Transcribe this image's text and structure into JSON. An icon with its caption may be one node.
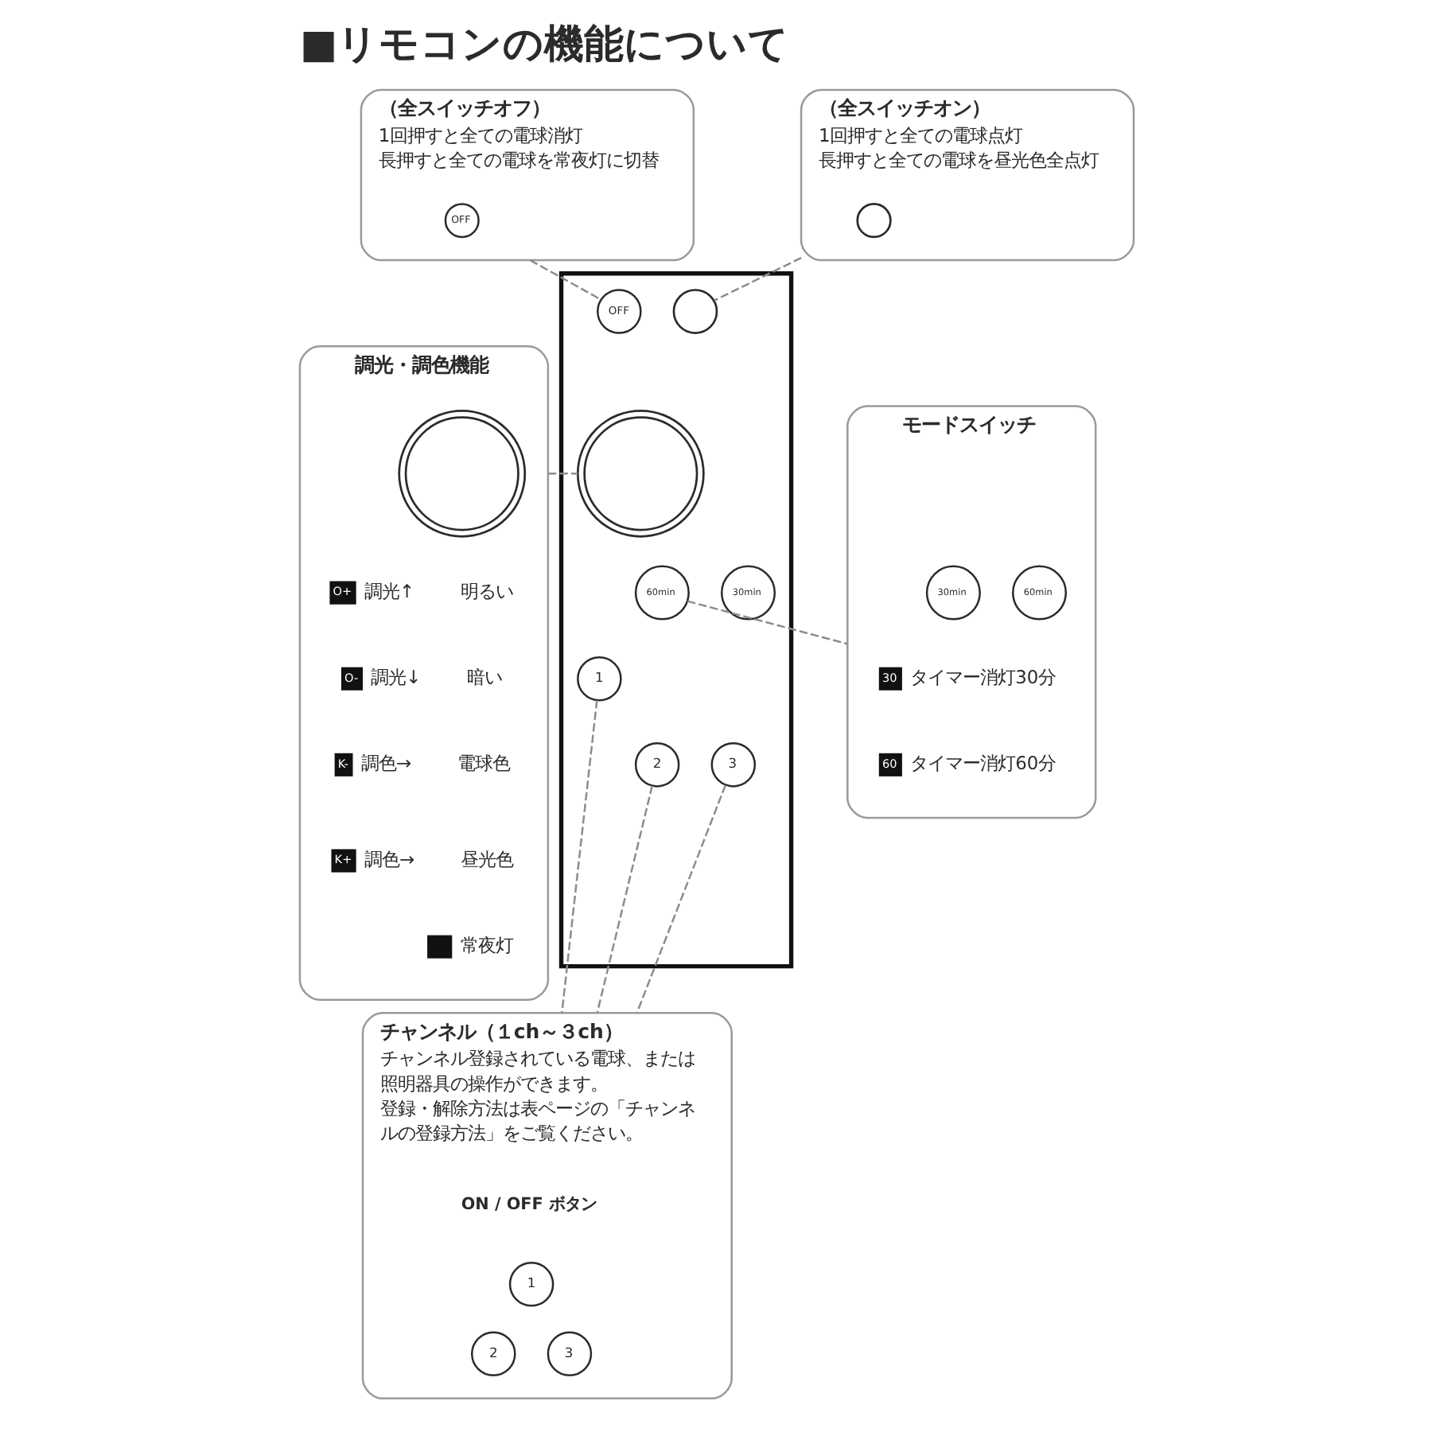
{
  "diagram": {
    "title": "■リモコンの機能について",
    "nodes": [
      {
        "text": [
          "（全スイッチオフ）",
          "1回押すと全ての電球消灯",
          "長押すと全ての電球を常夜灯に切替"
        ]
      },
      {
        "text": [
          "OFF"
        ],
        "in": 0
      },
      {
        "text": [
          "（全スイッチオン）",
          "1回押すと全ての電球点灯",
          "長押すと全ての電球を昼光色全点灯"
        ]
      },
      {
        "text": [],
        "shape": "circle",
        "in": 2
      },
      {
        "text": [
          "調光・調色機能"
        ]
      },
      {
        "text": [],
        "shape": "circle",
        "in": 4
      },
      {
        "text": [
          "O+"
        ],
        "beside": [
          "調光↑",
          "明るい"
        ],
        "in": 4
      },
      {
        "text": [
          "O-"
        ],
        "beside": [
          "調光↓",
          "暗い"
        ],
        "in": 4
      },
      {
        "text": [
          "K-"
        ],
        "beside": [
          "調色→",
          "電球色"
        ],
        "in": 4
      },
      {
        "text": [
          "K+"
        ],
        "beside": [
          "調色→",
          "昼光色"
        ],
        "in": 4
      },
      {
        "text": [],
        "shape": "box",
        "beside": [
          "常夜灯"
        ],
        "in": 4
      },
      {
        "text": [],
        "shape": "box"
      },
      {
        "text": [
          "OFF"
        ],
        "in": 11
      },
      {
        "text": [],
        "shape": "circle",
        "in": 11
      },
      {
        "text": [],
        "shape": "circle",
        "in": 11
      },
      {
        "text": [
          "30min"
        ],
        "in": 11
      },
      {
        "text": [
          "60min"
        ],
        "in": 11
      },
      {
        "text": [
          "1"
        ],
        "in": 11
      },
      {
        "text": [
          "2"
        ],
        "in": 11
      },
      {
        "text": [
          "3"
        ],
        "in": 11
      },
      {
        "text": [
          "モードスイッチ"
        ]
      },
      {
        "text": [
          "30min"
        ],
        "in": 20
      },
      {
        "text": [
          "60min"
        ],
        "in": 20
      },
      {
        "text": [
          "30"
        ],
        "beside": [
          "タイマー消灯30分"
        ],
        "in": 20
      },
      {
        "text": [
          "60"
        ],
        "beside": [
          "タイマー消灯60分"
        ],
        "in": 20
      },
      {
        "text": [
          "チャンネル（１ch～３ch）",
          "チャンネル登録されている電球、または照明器具の操作ができます。",
          "登録・解除方法は表ページの「チャンネルの登録方法」をご覧ください。"
        ]
      },
      {
        "text": [
          "1"
        ],
        "in": 25
      },
      {
        "text": [
          "2"
        ],
        "in": 25
      },
      {
        "text": [
          "3"
        ],
        "in": 25
      }
    ],
    "edges": [
      {
        "from": 0,
        "to": 12,
        "arrow": "none",
        "style": "dashed"
      },
      {
        "from": 2,
        "to": 13,
        "arrow": "none",
        "style": "dashed"
      },
      {
        "from": 4,
        "to": 14,
        "arrow": "none",
        "style": "dashed"
      },
      {
        "from": 16,
        "to": 20,
        "arrow": "none",
        "style": "dashed"
      },
      {
        "from": 17,
        "to": 25,
        "arrow": "none",
        "style": "dashed"
      },
      {
        "from": 18,
        "to": 25,
        "arrow": "none",
        "style": "dashed"
      },
      {
        "from": 19,
        "to": 25,
        "arrow": "none",
        "style": "dashed"
      }
    ],
    "labels": [
      "ON / OFF ボタン"
    ]
  }
}
